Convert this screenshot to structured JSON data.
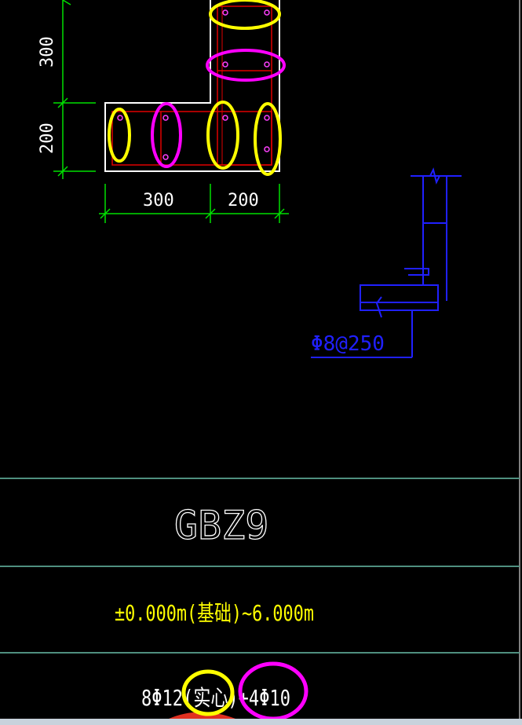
{
  "drawing": {
    "dims": {
      "top_vertical": "300",
      "bottom_vertical": "200",
      "left_horizontal": "300",
      "right_horizontal": "200"
    },
    "rebar_note": "Φ8@250",
    "table": {
      "name": "GBZ9",
      "elevation": "±0.000m(基础)~6.000m",
      "reinforcement": "8Φ12(实心)+4Φ10"
    }
  },
  "colors": {
    "background": "#000000",
    "outline": "#ffffff",
    "dimension": "#00e000",
    "rebar": "#e00000",
    "bar_dots": "#ff40ff",
    "detail": "#2020ff",
    "annotation_yellow": "#ffff00",
    "annotation_magenta": "#ff00ff",
    "table_lines": "#4f8f7f",
    "text_yellow": "#ffff00"
  }
}
